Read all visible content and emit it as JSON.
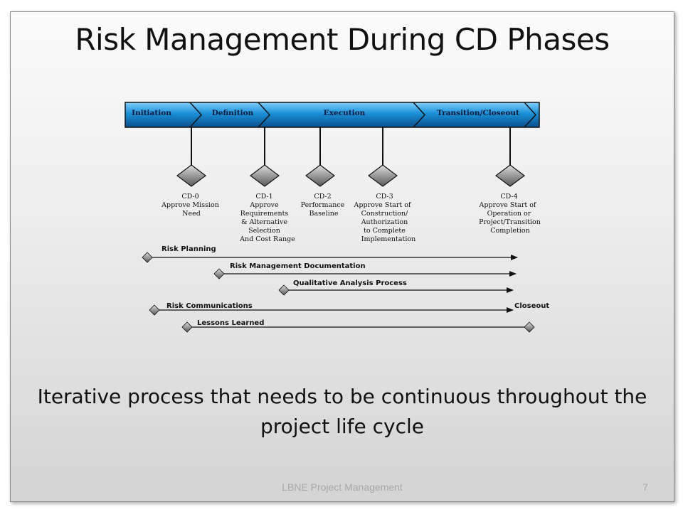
{
  "slide": {
    "title": "Risk Management During CD Phases",
    "subtitle": "Iterative process that needs to be continuous throughout the project life cycle",
    "footer": "LBNE Project Management",
    "page_number": "7"
  },
  "phases": [
    "Initiation",
    "Definition",
    "Execution",
    "Transition/Closeout"
  ],
  "milestones": [
    {
      "name": "CD-0",
      "lines": [
        "Approve Mission",
        "Need"
      ]
    },
    {
      "name": "CD-1",
      "lines": [
        "Approve",
        "Requirements",
        "& Alternative",
        "Selection",
        "And Cost Range"
      ]
    },
    {
      "name": "CD-2",
      "lines": [
        "Performance",
        "Baseline"
      ]
    },
    {
      "name": "CD-3",
      "lines": [
        "Approve Start of",
        "Construction/",
        "Authorization",
        "to Complete",
        "Implementation"
      ]
    },
    {
      "name": "CD-4",
      "lines": [
        "Approve Start of",
        "Operation or",
        "Project/Transition",
        "Completion"
      ]
    }
  ],
  "tracks": [
    {
      "label": "Risk Planning",
      "end_label": ""
    },
    {
      "label": "Risk Management Documentation",
      "end_label": ""
    },
    {
      "label": "Qualitative Analysis Process",
      "end_label": ""
    },
    {
      "label": "Risk Communications",
      "end_label": "Closeout"
    },
    {
      "label": "Lessons Learned",
      "end_label": ""
    }
  ],
  "colors": {
    "phase_bar": "#1a8fd6",
    "diamond": "#8c8c8c"
  }
}
